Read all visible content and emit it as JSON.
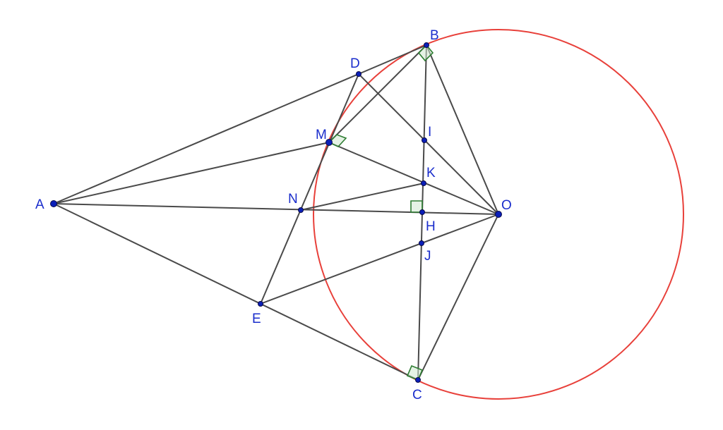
{
  "labels": {
    "A": "A",
    "B": "B",
    "C": "C",
    "D": "D",
    "E": "E",
    "H": "H",
    "I": "I",
    "J": "J",
    "K": "K",
    "M": "M",
    "N": "N",
    "O": "O"
  },
  "colors": {
    "circle": "#e8403a",
    "segments": "#4a4a4a",
    "points": "#0a1fb8",
    "labels": "#1a2dcc",
    "right_angle_marks": "#2e7d32"
  }
}
